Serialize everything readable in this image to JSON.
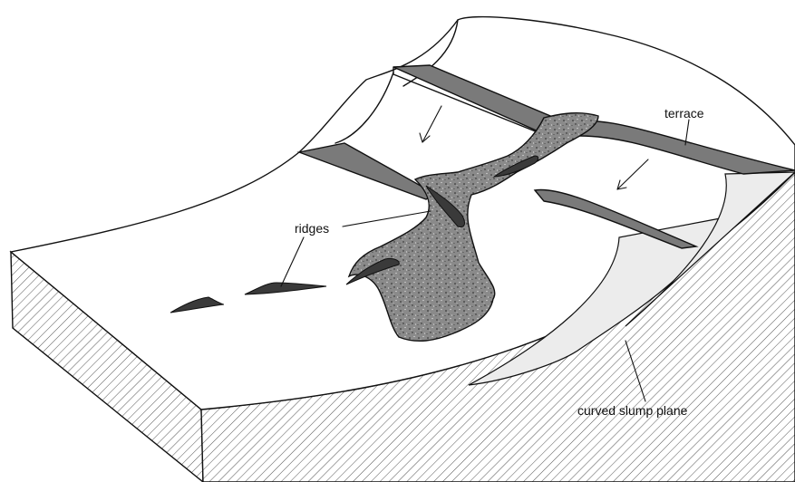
{
  "labels": {
    "terrace": "terrace",
    "ridges": "ridges",
    "slump_plane": "curved slump plane"
  },
  "colors": {
    "background": "#ffffff",
    "outline": "#111111",
    "terrace_face": "#7a7a7a",
    "flow_body": "#8a8a8a",
    "ridge": "#3a3a3a",
    "scarp_face": "#ececec",
    "hatch": "#555555"
  }
}
